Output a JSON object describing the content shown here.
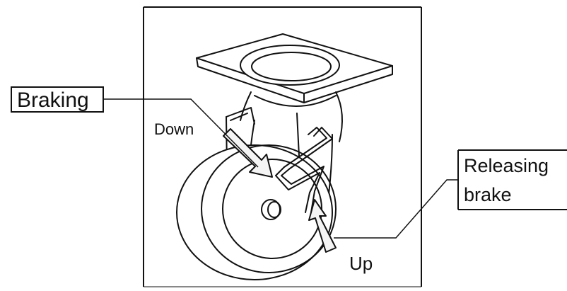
{
  "labels": {
    "braking": "Braking",
    "down": "Down",
    "releasing_line1": "Releasing",
    "releasing_line2": "brake",
    "up": "Up"
  },
  "colors": {
    "line": "#111111",
    "background": "#ffffff"
  }
}
